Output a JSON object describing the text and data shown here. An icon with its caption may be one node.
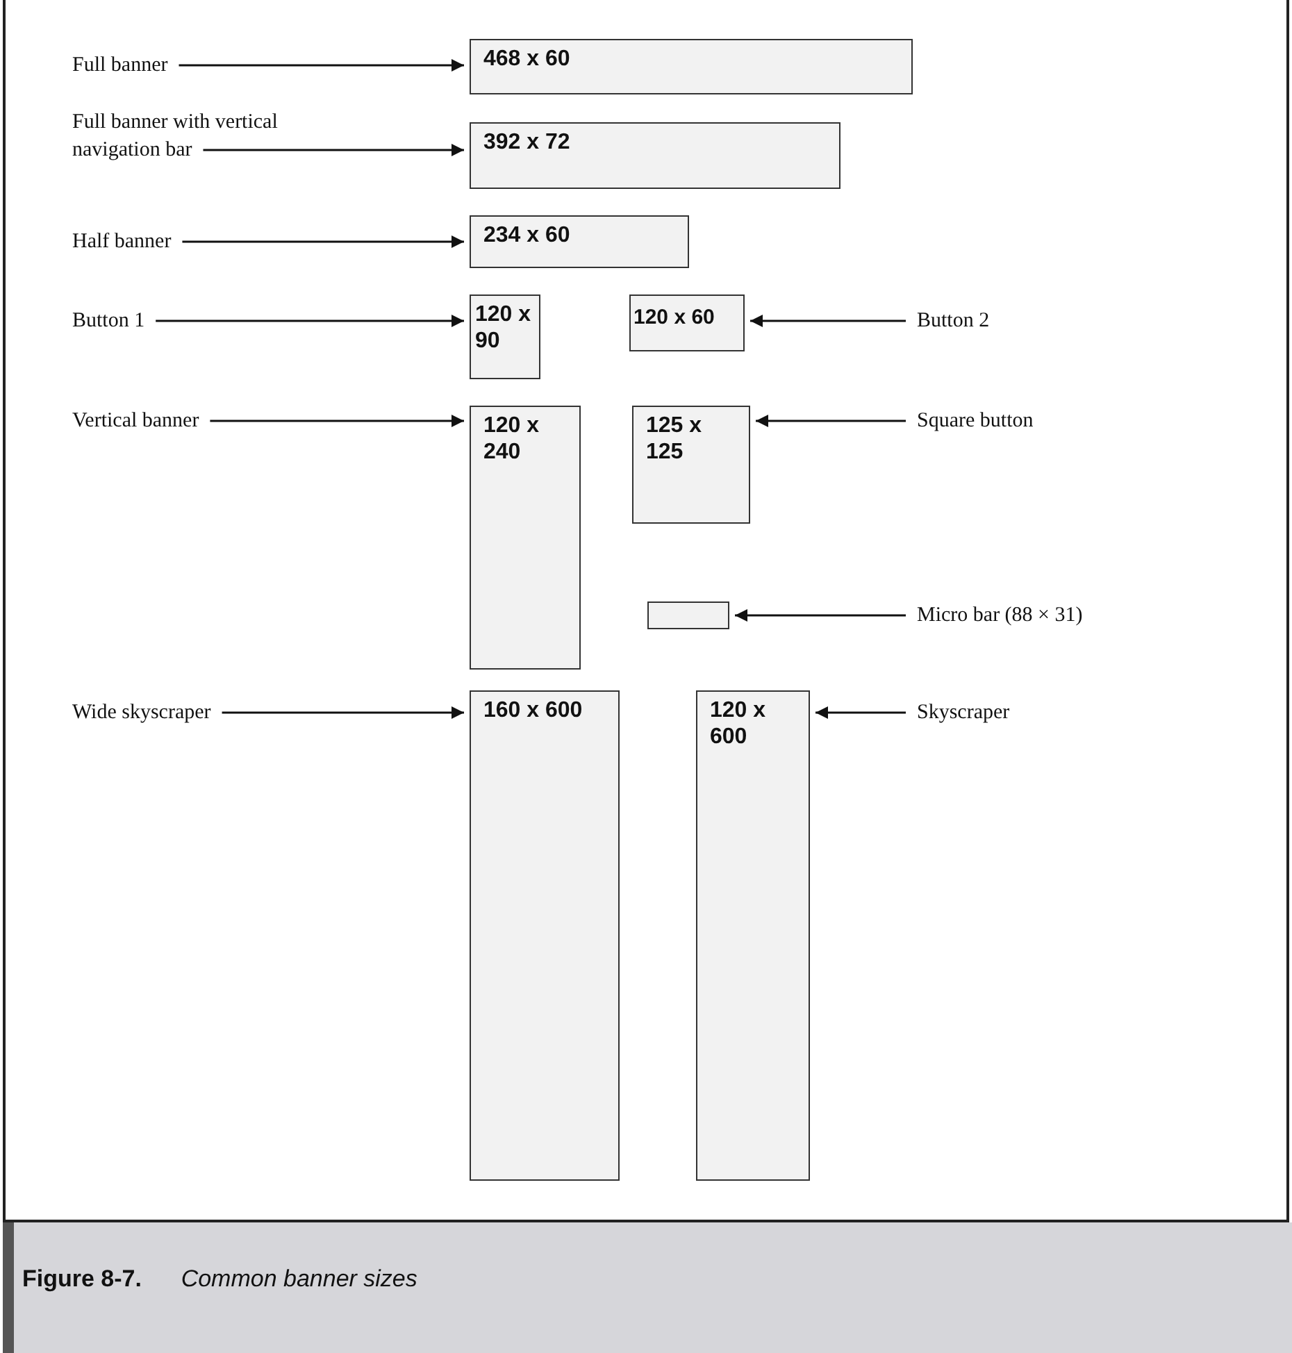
{
  "diagram": {
    "caption": "**Figure 8-7.**      *Common banner sizes*",
    "nodes": [
      {
        "text": [
          "Full banner"
        ]
      },
      {
        "text": [
          "468 x 60"
        ]
      },
      {
        "text": [
          "Full banner with vertical navigation bar"
        ]
      },
      {
        "text": [
          "392 x 72"
        ]
      },
      {
        "text": [
          "Half banner"
        ]
      },
      {
        "text": [
          "234 x 60"
        ]
      },
      {
        "text": [
          "Button 1"
        ]
      },
      {
        "text": [
          "120 x 90"
        ]
      },
      {
        "text": [
          "120 x 60"
        ]
      },
      {
        "text": [
          "Button 2"
        ]
      },
      {
        "text": [
          "Vertical banner"
        ]
      },
      {
        "text": [
          "120 x 240"
        ]
      },
      {
        "text": [
          "125 x 125"
        ]
      },
      {
        "text": [
          "Square button"
        ]
      },
      {
        "text": [],
        "shape": "box"
      },
      {
        "text": [
          "Micro bar (88 × 31)"
        ]
      },
      {
        "text": [
          "Wide skyscraper"
        ]
      },
      {
        "text": [
          "160 x 600"
        ]
      },
      {
        "text": [
          "120 x 600"
        ]
      },
      {
        "text": [
          "Skyscraper"
        ]
      }
    ],
    "edges": [
      {
        "from": 0,
        "to": 1,
        "arrow": "to"
      },
      {
        "from": 2,
        "to": 3,
        "arrow": "to"
      },
      {
        "from": 4,
        "to": 5,
        "arrow": "to"
      },
      {
        "from": 6,
        "to": 7,
        "arrow": "to"
      },
      {
        "from": 9,
        "to": 8,
        "arrow": "to"
      },
      {
        "from": 10,
        "to": 11,
        "arrow": "to"
      },
      {
        "from": 13,
        "to": 12,
        "arrow": "to"
      },
      {
        "from": 15,
        "to": 14,
        "arrow": "to"
      },
      {
        "from": 16,
        "to": 17,
        "arrow": "to"
      },
      {
        "from": 19,
        "to": 18,
        "arrow": "to"
      }
    ]
  }
}
